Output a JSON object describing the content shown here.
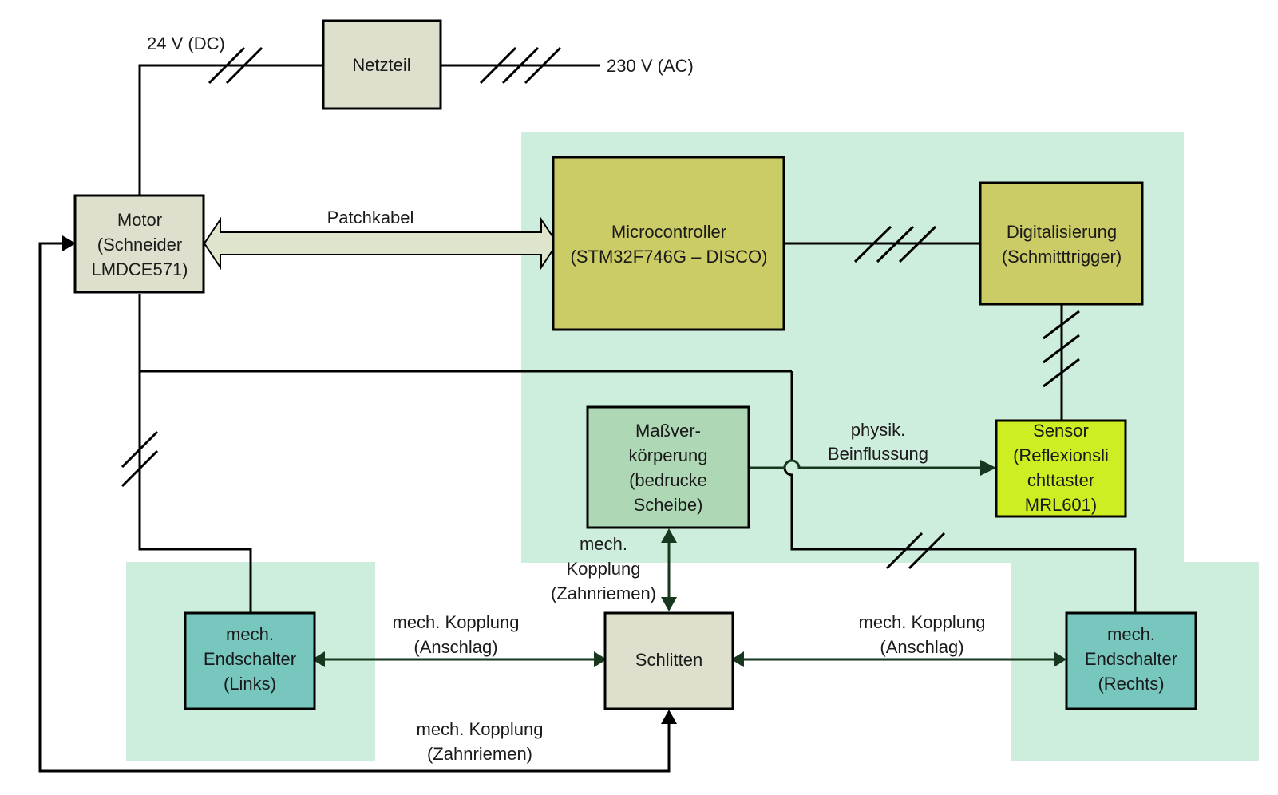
{
  "colors": {
    "region": "#cdeedd",
    "box_gray": "#dedfcc",
    "box_olive": "#cccc66",
    "box_lime": "#ccee22",
    "box_teal": "#77c7bf",
    "box_green": "#aed7b5",
    "cable_fill": "#dfe5cd",
    "line": "#000000",
    "arrow_dark": "#17381f"
  },
  "labels": {
    "dc": "24 V (DC)",
    "ac": "230 V (AC)",
    "patch": "Patchkabel",
    "physik_1": "physik.",
    "physik_2": "Beinflussung",
    "kopplung_z1_1": "mech.",
    "kopplung_z1_2": "Kopplung",
    "kopplung_z1_3": "(Zahnriemen)",
    "kopplung_left_1": "mech. Kopplung",
    "kopplung_left_2": "(Anschlag)",
    "kopplung_right_1": "mech. Kopplung",
    "kopplung_right_2": "(Anschlag)",
    "kopplung_bottom_1": "mech. Kopplung",
    "kopplung_bottom_2": "(Zahnriemen)"
  },
  "boxes": {
    "netzteil": [
      "Netzteil"
    ],
    "motor": [
      "Motor",
      "(Schneider",
      "LMDCE571)"
    ],
    "microcontroller": [
      "Microcontroller",
      "(STM32F746G – DISCO)"
    ],
    "digitalisierung": [
      "Digitalisierung",
      "(Schmitttrigger)"
    ],
    "massverkoerperung": [
      "Maßver-",
      "körperung",
      "(bedrucke",
      "Scheibe)"
    ],
    "sensor": [
      "Sensor",
      "(Reflexionsli",
      "chttaster",
      "MRL601)"
    ],
    "endschalter_links": [
      "mech.",
      "Endschalter",
      "(Links)"
    ],
    "schlitten": [
      "Schlitten"
    ],
    "endschalter_rechts": [
      "mech.",
      "Endschalter",
      "(Rechts)"
    ]
  }
}
